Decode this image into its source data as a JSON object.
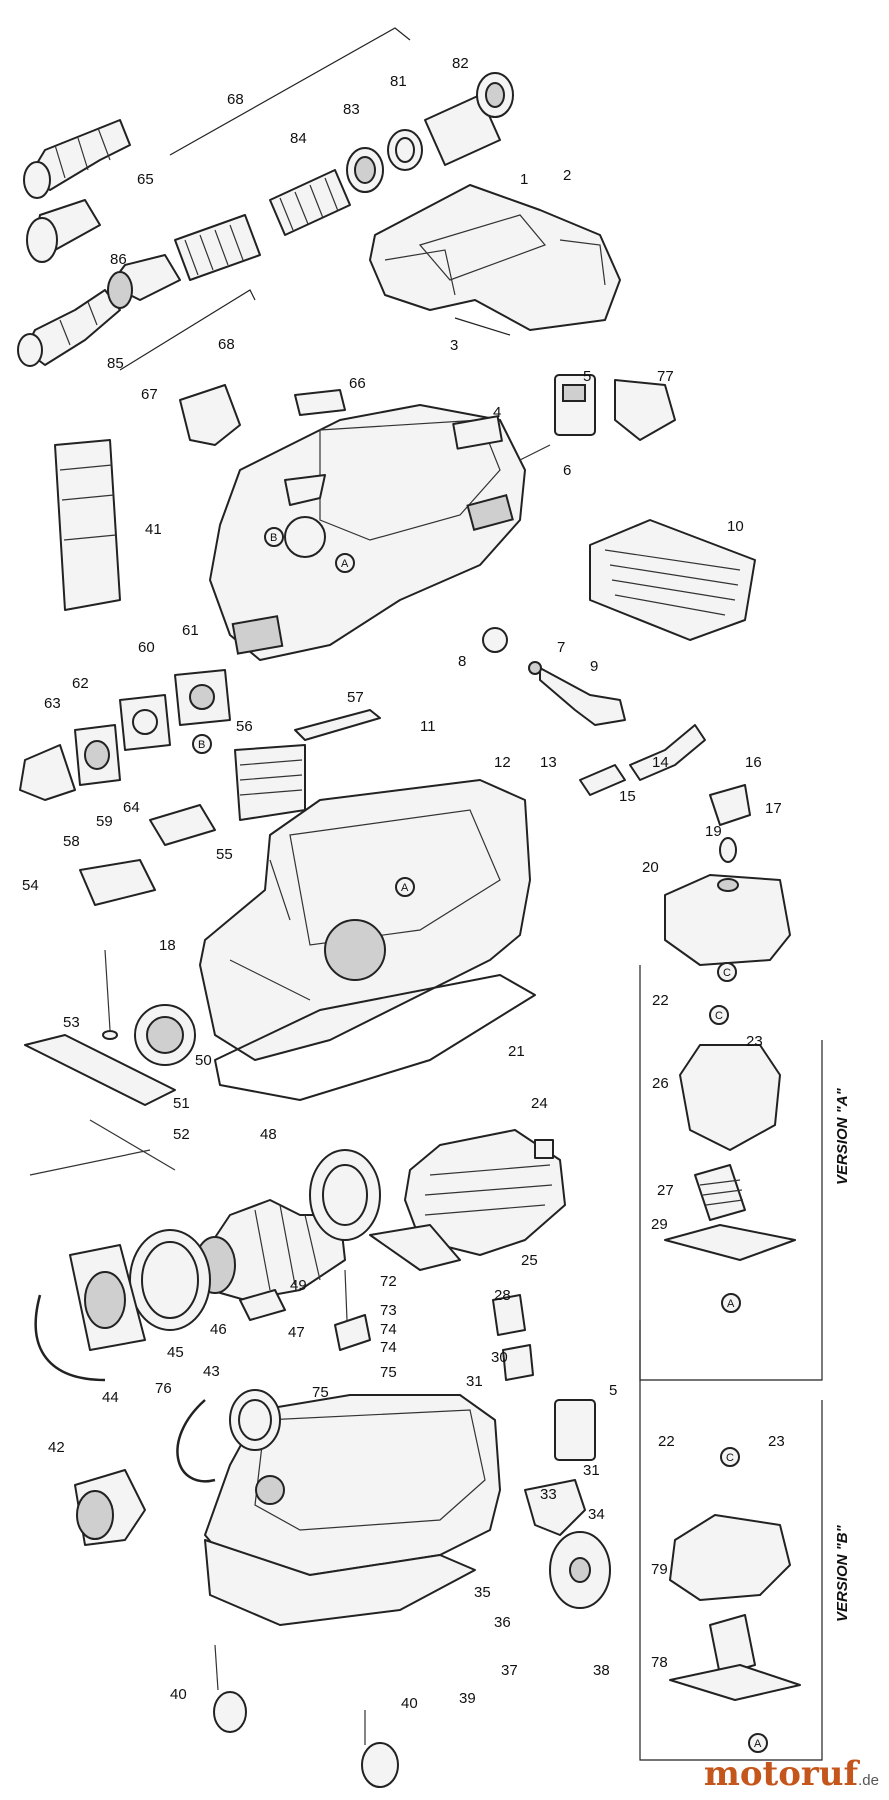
{
  "diagram": {
    "version_a_label": "VERSION \"A\"",
    "version_b_label": "VERSION \"B\"",
    "part_numbers": [
      "1",
      "2",
      "3",
      "4",
      "5",
      "5",
      "6",
      "7",
      "8",
      "9",
      "10",
      "11",
      "12",
      "13",
      "14",
      "15",
      "16",
      "17",
      "18",
      "19",
      "20",
      "21",
      "22",
      "22",
      "23",
      "23",
      "24",
      "25",
      "26",
      "27",
      "28",
      "29",
      "30",
      "31",
      "31",
      "33",
      "34",
      "35",
      "36",
      "37",
      "38",
      "39",
      "40",
      "40",
      "41",
      "42",
      "43",
      "44",
      "45",
      "46",
      "47",
      "48",
      "49",
      "50",
      "51",
      "52",
      "53",
      "54",
      "55",
      "56",
      "57",
      "58",
      "59",
      "60",
      "61",
      "62",
      "63",
      "64",
      "65",
      "66",
      "67",
      "68",
      "68",
      "72",
      "73",
      "74",
      "74",
      "75",
      "75",
      "76",
      "77",
      "78",
      "79",
      "81",
      "82",
      "83",
      "84",
      "85",
      "86"
    ],
    "reference_markers": [
      "A",
      "B",
      "A",
      "B",
      "C",
      "C",
      "A",
      "C",
      "A"
    ]
  },
  "watermark": {
    "brand": "motoruf",
    "tld": ".de"
  }
}
